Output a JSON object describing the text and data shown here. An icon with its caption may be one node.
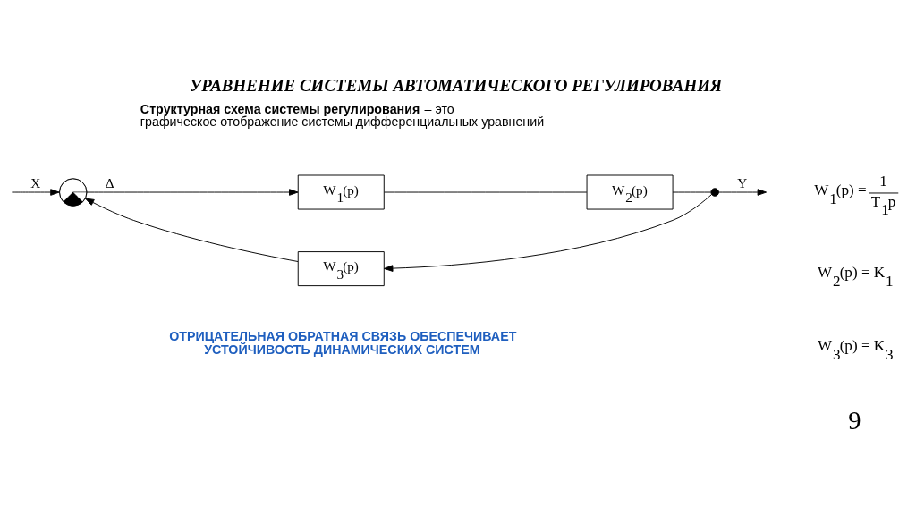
{
  "diagram": {
    "title": "УРАВНЕНИЕ СИСТЕМЫ АВТОМАТИЧЕСКОГО РЕГУЛИРОВАНИЯ",
    "nodes": [
      {
        "text": [],
        "shape": "circle"
      },
      {
        "text": [
          "W$_{1}$(p)"
        ]
      },
      {
        "text": [
          "W$_{2}$(p)"
        ]
      },
      {
        "text": [],
        "shape": "circle"
      },
      {
        "text": [
          "W$_{3}$(p)"
        ]
      }
    ],
    "edges": [
      {
        "from": null,
        "to": 0,
        "arrow": "to",
        "label": "X"
      },
      {
        "from": 0,
        "to": 1,
        "arrow": "to",
        "label": "Δ"
      },
      {
        "from": 1,
        "to": 2,
        "arrow": "none"
      },
      {
        "from": 2,
        "to": 3,
        "arrow": "none"
      },
      {
        "from": 3,
        "to": null,
        "arrow": "to",
        "label": "Y"
      },
      {
        "from": 3,
        "to": 4,
        "arrow": "to"
      },
      {
        "from": 4,
        "to": 0,
        "arrow": "to"
      }
    ],
    "labels": [
      "**Структурная схема системы регулирования** – это графическое отображение системы дифференциальных уравнений",
      "W$_{1}$(p) =",
      "1",
      "T$_{1}$p",
      "W$_{2}$(p) = K$_{1}$",
      "W$_{3}$(p) = K$_{3}$",
      "ОТРИЦАТЕЛЬНАЯ ОБРАТНАЯ СВЯЗЬ ОБЕСПЕЧИВАЕТ УСТОЙЧИВОСТЬ ДИНАМИЧЕСКИХ СИСТЕМ",
      "9"
    ]
  }
}
